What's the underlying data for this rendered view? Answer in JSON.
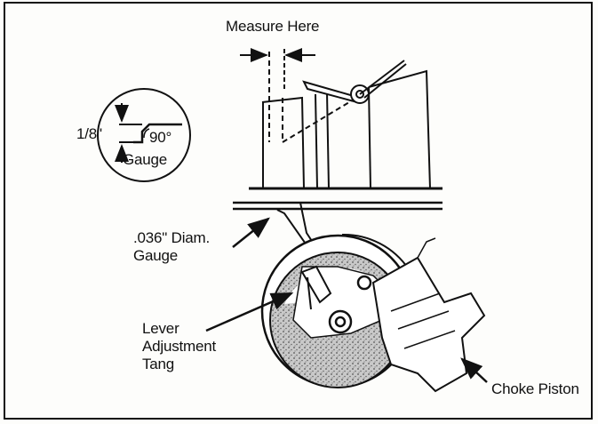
{
  "labels": {
    "measure_here": "Measure Here",
    "fraction": "1/8\"",
    "angle": "90°",
    "gauge": "Gauge",
    "wire_diam_line1": ".036\" Diam.",
    "wire_diam_line2": "Gauge",
    "lever_line1": "Lever",
    "lever_line2": "Adjustment",
    "lever_line3": "Tang",
    "choke_piston": "Choke Piston"
  },
  "colors": {
    "ink": "#111111",
    "paper": "#fdfdfb",
    "stipple": "#9a9a9a"
  }
}
